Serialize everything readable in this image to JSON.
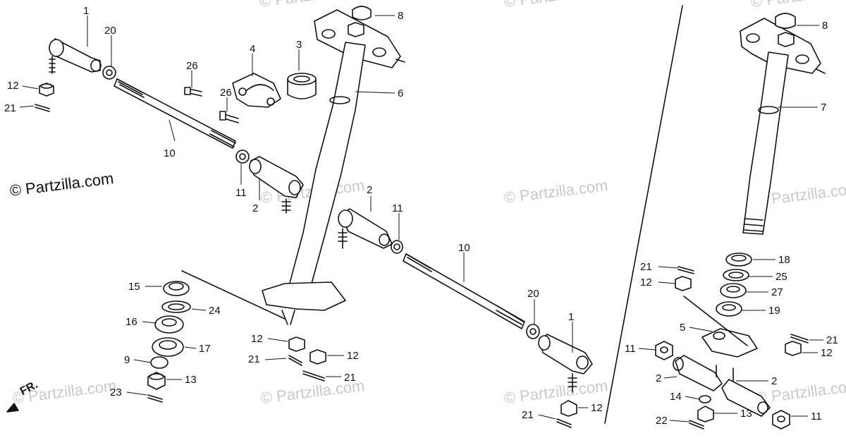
{
  "watermark": "© Partzilla.com",
  "copyright_label": "© Partzilla.com",
  "front_label": "FR.",
  "callouts": {
    "c1a": "1",
    "c20a": "20",
    "c12a": "12",
    "c21a": "21",
    "c26a": "26",
    "c26b": "26",
    "c4": "4",
    "c3": "3",
    "c8a": "8",
    "c6": "6",
    "c10a": "10",
    "c11a": "11",
    "c2a": "2",
    "c15": "15",
    "c24": "24",
    "c16": "16",
    "c17": "17",
    "c9": "9",
    "c13a": "13",
    "c23": "23",
    "c12b": "12",
    "c12c": "12",
    "c21b": "21",
    "c21c": "21",
    "c2b": "2",
    "c11b": "11",
    "c10b": "10",
    "c20b": "20",
    "c1b": "1",
    "c12d": "12",
    "c21d": "21",
    "c8b": "8",
    "c7": "7",
    "c18": "18",
    "c21e": "21",
    "c25": "25",
    "c12e": "12",
    "c27": "27",
    "c19": "19",
    "c5": "5",
    "c21f": "21",
    "c12f": "12",
    "c11c": "11",
    "c2c": "2",
    "c2d": "2",
    "c14": "14",
    "c13b": "13",
    "c22": "22",
    "c11d": "11"
  }
}
